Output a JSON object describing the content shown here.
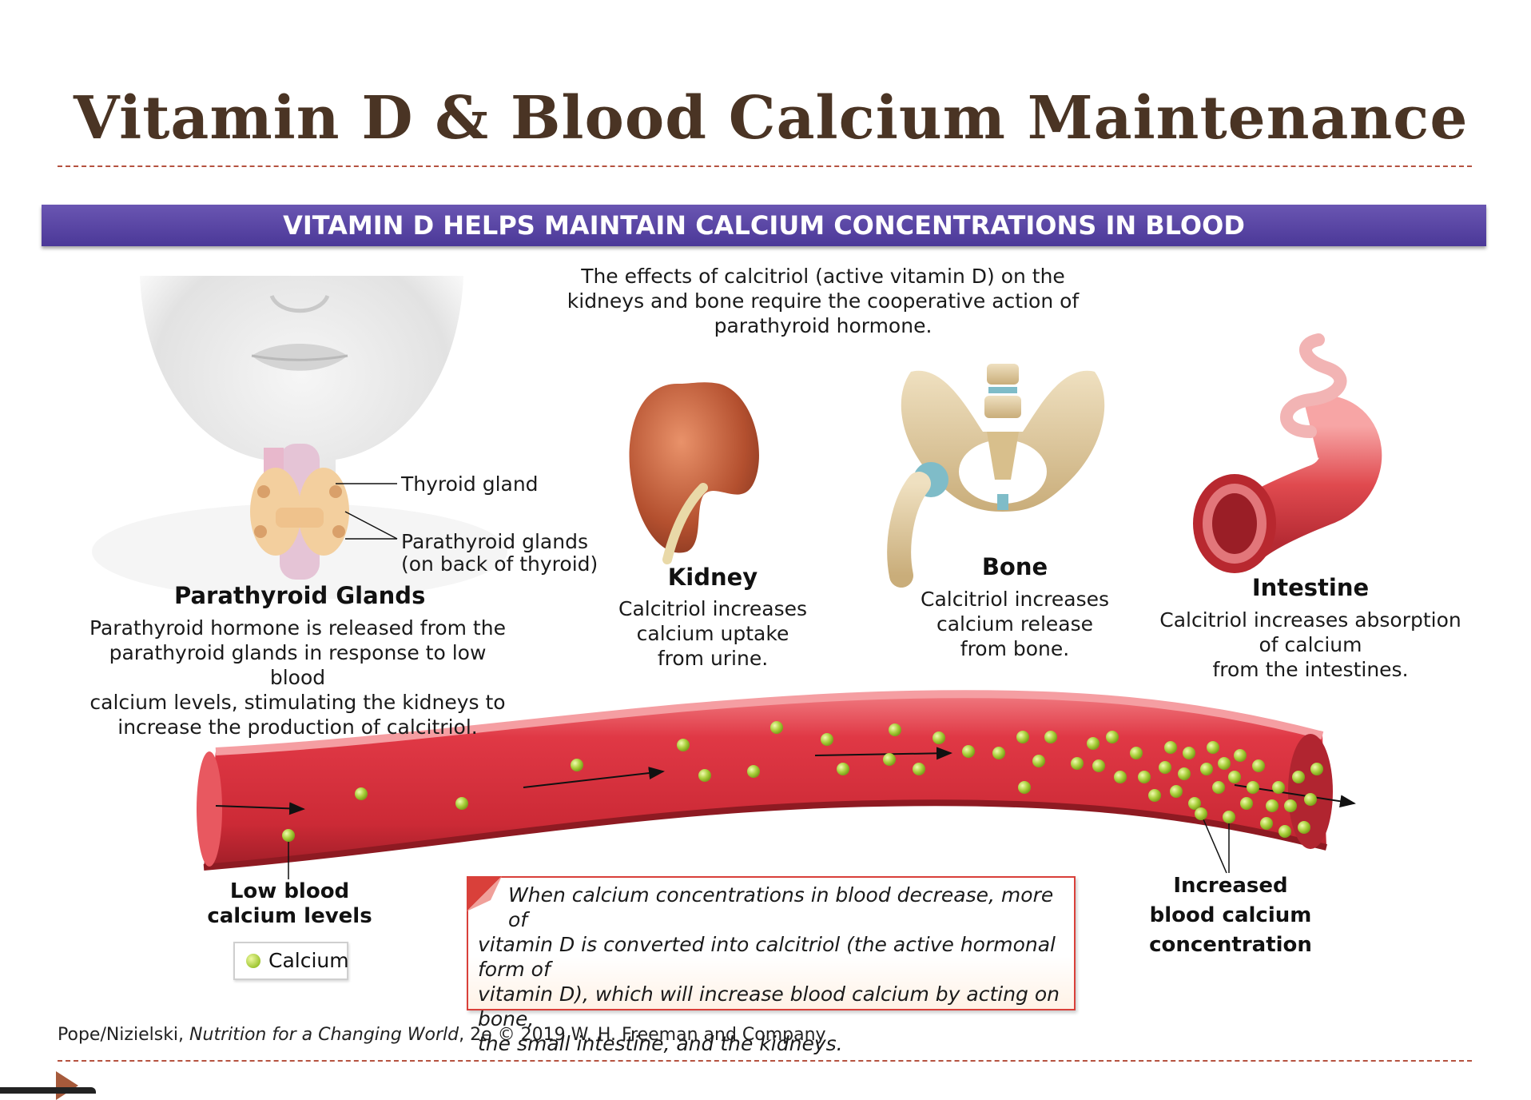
{
  "title": "Vitamin D & Blood Calcium Maintenance",
  "banner": "VITAMIN D HELPS MAINTAIN CALCIUM CONCENTRATIONS IN BLOOD",
  "intro_lines": [
    "The effects of calcitriol (active vitamin D) on the",
    "kidneys and bone require the cooperative action of",
    "parathyroid hormone."
  ],
  "neck_labels": {
    "thyroid": "Thyroid gland",
    "parathyroid_lines": [
      "Parathyroid glands",
      "(on back of thyroid)"
    ]
  },
  "parathyroid": {
    "heading": "Parathyroid Glands",
    "lines": [
      "Parathyroid hormone is released from the",
      "parathyroid glands in response to low blood",
      "calcium levels, stimulating the kidneys to",
      "increase the production of calcitriol."
    ]
  },
  "kidney": {
    "heading": "Kidney",
    "lines": [
      "Calcitriol increases",
      "calcium uptake",
      "from urine."
    ]
  },
  "bone": {
    "heading": "Bone",
    "lines": [
      "Calcitriol increases",
      "calcium release",
      "from bone."
    ]
  },
  "intestine": {
    "heading": "Intestine",
    "lines": [
      "Calcitriol increases absorption",
      "of calcium",
      "from the intestines."
    ]
  },
  "low_blood": {
    "lines": [
      "Low blood",
      "calcium levels"
    ]
  },
  "increased_blood": {
    "lines": [
      "Increased",
      "blood calcium",
      "concentration"
    ]
  },
  "legend": {
    "label": "Calcium"
  },
  "info_box": {
    "lines": [
      "When calcium concentrations in blood decrease, more of",
      "vitamin D is converted into calcitriol (the active hormonal form of",
      "vitamin D), which will increase blood calcium by acting on bone,",
      "the small intestine, and the kidneys."
    ]
  },
  "credit": {
    "authors": "Pope/Nizielski,",
    "book": "Nutrition for a Changing World",
    "rest": ", 2e © 2019 W. H. Freeman and Company"
  },
  "colors": {
    "title": "#4a3424",
    "banner": "#5a46a6",
    "rule": "#b5523f",
    "vessel": "#d8323f",
    "calcium": "#a8cf3a",
    "box_border": "#d9403a"
  }
}
